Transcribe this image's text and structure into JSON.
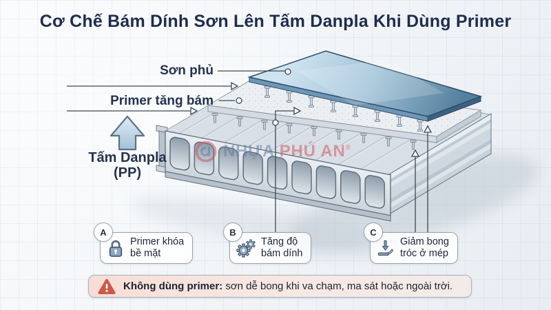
{
  "title": "Cơ Chế Bám Dính Sơn Lên Tấm Danpla Khi Dùng Primer",
  "layer_labels": {
    "paint": "Sơn phủ",
    "primer": "Primer tăng bám",
    "sheet_line1": "Tấm Danpla",
    "sheet_line2": "(PP)"
  },
  "watermark": {
    "word1": "NHỰA",
    "word2": "PHÚ AN",
    "registered_mark": "®"
  },
  "callouts": [
    {
      "badge": "A",
      "icon": "lock-icon",
      "line1": "Primer khóa",
      "line2": "bề mặt"
    },
    {
      "badge": "B",
      "icon": "gears-icon",
      "line1": "Tăng độ",
      "line2": "bám dính"
    },
    {
      "badge": "C",
      "icon": "peel-edge-icon",
      "line1": "Giảm bong",
      "line2": "tróc ở mép"
    }
  ],
  "warning": {
    "icon": "warning-triangle-icon",
    "label_bold": "Không dùng primer:",
    "label_rest": " sơn dễ bong khi va chạm, ma sát hoặc ngoài trời."
  },
  "colors": {
    "title_navy": "#1e2c4e",
    "paint_blue": "#5d89b0",
    "primer_white": "#eceff2",
    "sheet_grey": "#d8dfe6",
    "warning_red": "#cb5a48",
    "watermark_blue": "#64809f",
    "watermark_red": "#cf5a60",
    "leader_line": "#3a4856"
  }
}
